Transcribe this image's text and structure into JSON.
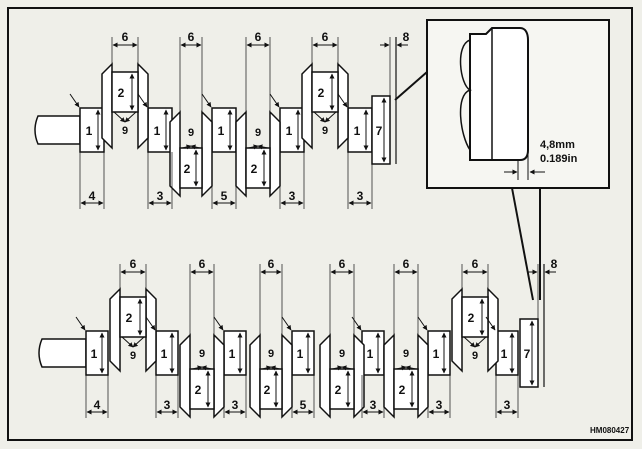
{
  "callout": {
    "dim_mm": "4,8mm",
    "dim_in": "0.189in"
  },
  "top_crank": {
    "dims_top": [
      "6",
      "6",
      "6",
      "6",
      "8"
    ],
    "journal_labels": [
      "1",
      "1",
      "1",
      "1",
      "1"
    ],
    "pin_labels": [
      "2",
      "2",
      "2",
      "2"
    ],
    "flange_label": "7",
    "fillet_label": "9",
    "dims_bottom": [
      "4",
      "3",
      "5",
      "3",
      "3"
    ]
  },
  "bottom_crank": {
    "dims_top": [
      "6",
      "6",
      "6",
      "6",
      "6",
      "6",
      "8"
    ],
    "journal_labels": [
      "1",
      "1",
      "1",
      "1",
      "1",
      "1",
      "1"
    ],
    "pin_labels": [
      "2",
      "2",
      "2",
      "2",
      "2",
      "2"
    ],
    "flange_label": "7",
    "fillet_label": "9",
    "dims_bottom": [
      "4",
      "3",
      "3",
      "5",
      "3",
      "3",
      "3"
    ]
  },
  "figure_code": "HM080427"
}
